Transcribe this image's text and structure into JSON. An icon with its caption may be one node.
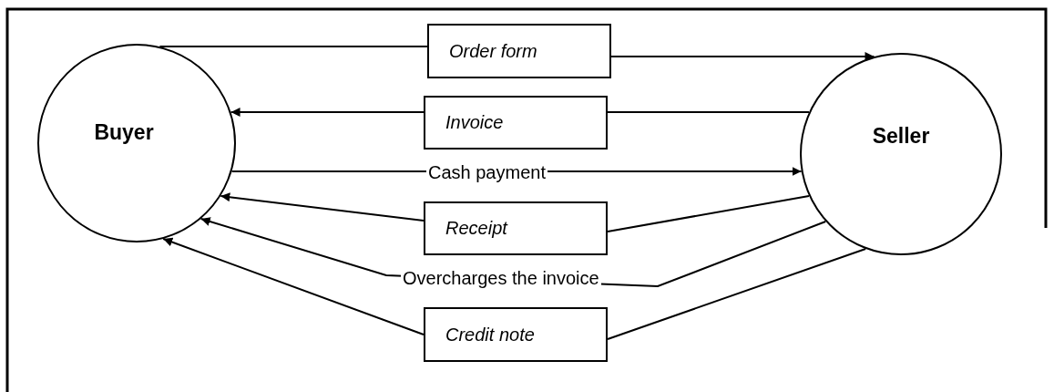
{
  "diagram": {
    "nodes": [
      {
        "text": [
          "Buyer"
        ]
      },
      {
        "text": [
          "Seller"
        ]
      },
      {
        "text": [
          "Order form"
        ]
      },
      {
        "text": [
          "Invoice"
        ]
      },
      {
        "text": [
          "Receipt"
        ]
      },
      {
        "text": [
          "Credit note"
        ]
      }
    ],
    "edges": [
      {
        "from": 0,
        "to": 2,
        "arrow": "none"
      },
      {
        "from": 2,
        "to": 1,
        "arrow": "to"
      },
      {
        "from": 1,
        "to": 3,
        "arrow": "none"
      },
      {
        "from": 3,
        "to": 0,
        "arrow": "to"
      },
      {
        "from": 0,
        "to": 1,
        "arrow": "to",
        "label": "Cash payment"
      },
      {
        "from": 1,
        "to": 4,
        "arrow": "none"
      },
      {
        "from": 4,
        "to": 0,
        "arrow": "to"
      },
      {
        "from": 1,
        "to": 0,
        "arrow": "to",
        "label": "Overcharges the invoice"
      },
      {
        "from": 1,
        "to": 5,
        "arrow": "none"
      },
      {
        "from": 5,
        "to": 0,
        "arrow": "to"
      }
    ]
  }
}
